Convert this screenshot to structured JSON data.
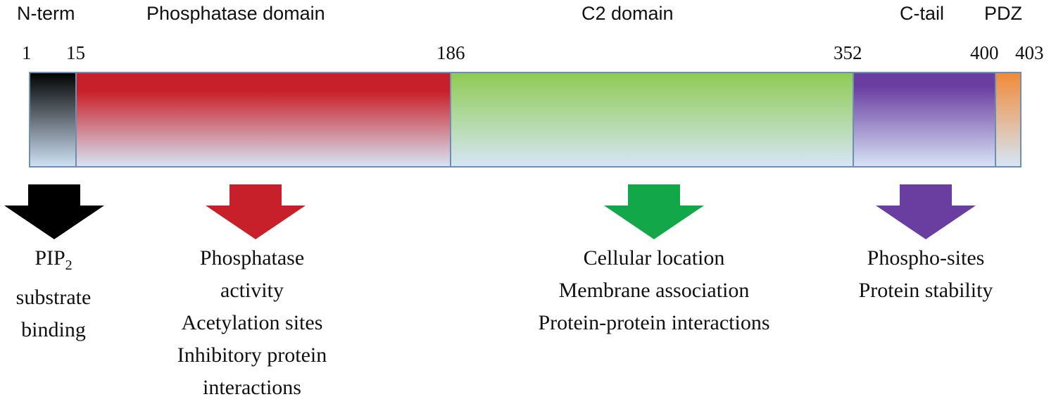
{
  "domains": [
    {
      "id": "nterm",
      "name": "N-term",
      "start": 1,
      "end": 15,
      "top": "#000000",
      "bottom": "#cfe2f5"
    },
    {
      "id": "phosphatase",
      "name": "Phosphatase domain",
      "start": 15,
      "end": 186,
      "top": "#c8202a",
      "bottom": "#d7e6f6"
    },
    {
      "id": "c2",
      "name": "C2 domain",
      "start": 186,
      "end": 352,
      "top": "#8ecb52",
      "bottom": "#d6e6f6"
    },
    {
      "id": "ctail",
      "name": "C-tail",
      "start": 352,
      "end": 400,
      "top": "#6a3ea0",
      "bottom": "#d8e4f6"
    },
    {
      "id": "pdz",
      "name": "PDZ",
      "start": 400,
      "end": 403,
      "top": "#f08a38",
      "bottom": "#d6e6f6"
    }
  ],
  "positions": [
    "1",
    "15",
    "186",
    "352",
    "400",
    "403"
  ],
  "functions": {
    "nterm": {
      "color": "#000000",
      "lines": [
        "PIP2",
        "substrate",
        "binding"
      ],
      "pip_main": "PIP",
      "pip_sub": "2"
    },
    "phosphatase": {
      "color": "#c8202a",
      "lines": [
        "Phosphatase",
        "activity",
        "Acetylation sites",
        "Inhibitory protein",
        "interactions"
      ]
    },
    "c2": {
      "color": "#12a84a",
      "lines": [
        "Cellular location",
        "Membrane association",
        "Protein-protein interactions"
      ]
    },
    "ctail": {
      "color": "#6a3ea0",
      "lines": [
        "Phospho-sites",
        "Protein stability"
      ]
    }
  }
}
